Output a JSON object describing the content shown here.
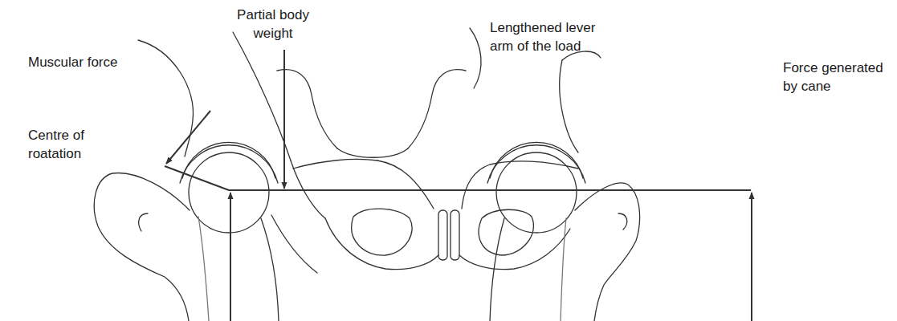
{
  "diagram": {
    "labels": [
      "Partial body weight",
      "Lengthened lever arm of the load",
      "Muscular force",
      "Force generated by cane",
      "Centre of roatation"
    ]
  }
}
